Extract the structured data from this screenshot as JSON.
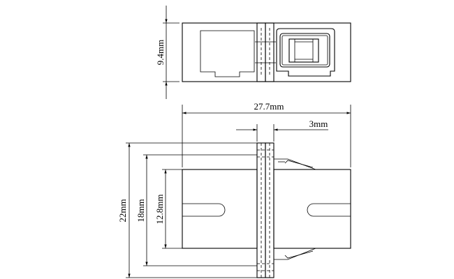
{
  "dimensions": {
    "top_height": "9.4mm",
    "overall_length": "27.7mm",
    "flange_thickness": "3mm",
    "overall_height": "22mm",
    "flange_height": "18mm",
    "body_height": "12.8mm"
  }
}
